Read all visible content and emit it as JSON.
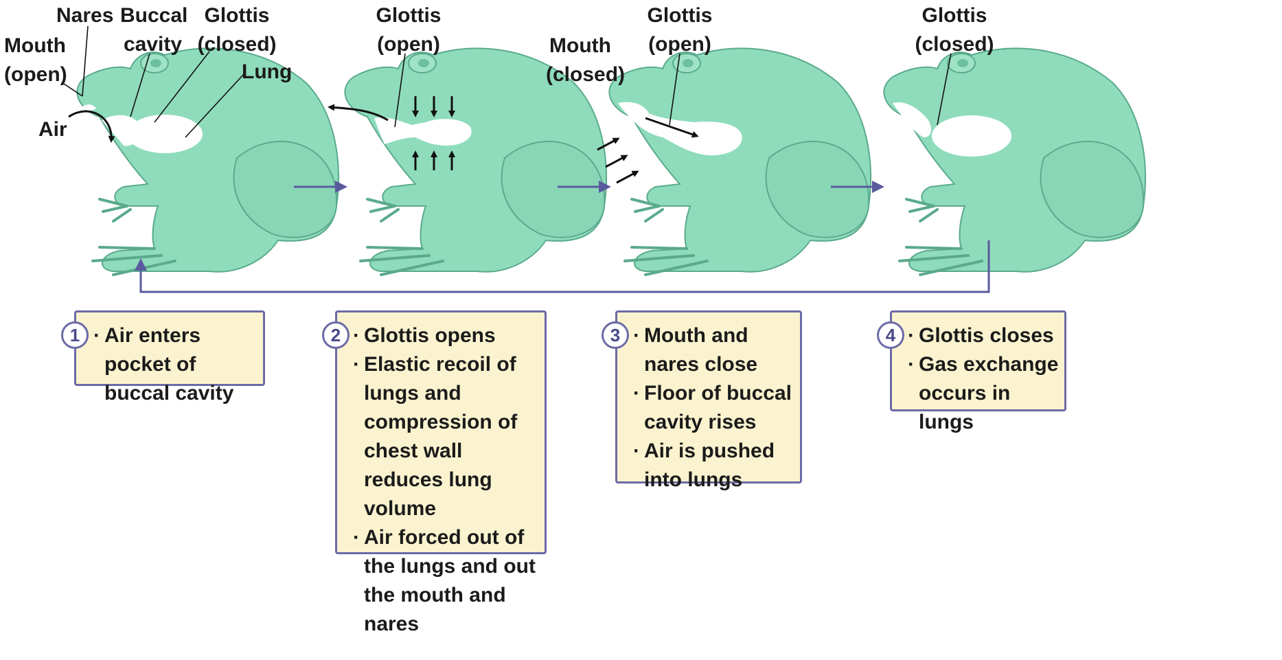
{
  "colors": {
    "frog_body": "#8fdcbc",
    "frog_outline": "#5aaa8c",
    "cavity": "#ffffff",
    "flow_arrow": "#5a5a9e",
    "box_fill": "#fbf3cf",
    "box_border": "#6b6aa6",
    "text": "#1b1b1b"
  },
  "labels": {
    "nares": "Nares",
    "buccal_cavity": [
      "Buccal",
      "cavity"
    ],
    "glottis_closed_1": [
      "Glottis",
      "(closed)"
    ],
    "mouth_open": [
      "Mouth",
      "(open)"
    ],
    "lung": "Lung",
    "air": "Air",
    "glottis_open_2": [
      "Glottis",
      "(open)"
    ],
    "mouth_closed": [
      "Mouth",
      "(closed)"
    ],
    "glottis_open_3": [
      "Glottis",
      "(open)"
    ],
    "glottis_closed_4": [
      "Glottis",
      "(closed)"
    ]
  },
  "steps": [
    {
      "number": "1",
      "bullets": [
        "Air enters pocket of buccal cavity"
      ]
    },
    {
      "number": "2",
      "bullets": [
        "Glottis opens",
        "Elastic recoil of lungs and compression of chest wall reduces lung volume",
        "Air forced out of the lungs and out the mouth and nares"
      ]
    },
    {
      "number": "3",
      "bullets": [
        "Mouth and nares close",
        "Floor of buccal cavity rises",
        "Air is pushed into lungs"
      ]
    },
    {
      "number": "4",
      "bullets": [
        "Glottis closes",
        "Gas exchange occurs in lungs"
      ]
    }
  ]
}
